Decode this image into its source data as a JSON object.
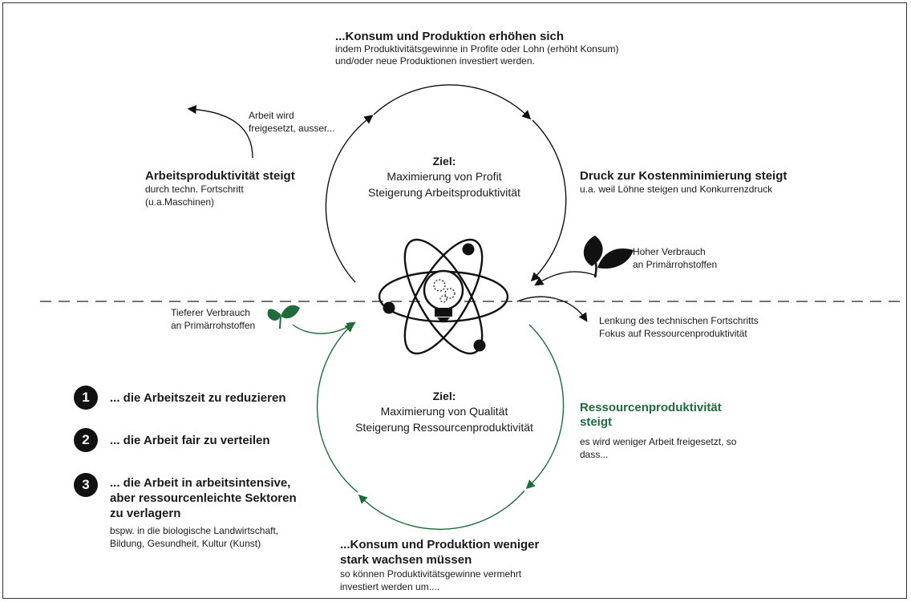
{
  "top": {
    "heading": "...Konsum und Produktion erhöhen sich",
    "line1": "indem Produktivitätsgewinne in Profite oder Lohn (erhöht Konsum)",
    "line2": "und/oder neue Produktionen investiert werden."
  },
  "upper_cycle": {
    "ziel_label": "Ziel:",
    "ziel_line1": "Maximierung von Profit",
    "ziel_line2": "Steigerung Arbeitsproduktivität"
  },
  "left_upper": {
    "released_line1": "Arbeit wird",
    "released_line2": "freigesetzt, ausser...",
    "heading": "Arbeitsproduktivität steigt",
    "line1": "durch techn. Fortschritt",
    "line2": "(u.a.Maschinen)"
  },
  "right_upper": {
    "heading": "Druck zur Kostenminimierung steigt",
    "line1": "u.a. weil Löhne steigen und Konkurrenzdruck",
    "resource_line1": "Hoher Verbrauch",
    "resource_line2": "an Primärrohstoffen"
  },
  "left_lower": {
    "resource_line1": "Tieferer Verbrauch",
    "resource_line2": "an Primärrohstoffen"
  },
  "right_lower": {
    "steer_line1": "Lenkung des technischen Fortschritts",
    "steer_line2": "Fokus auf Ressourcenproduktivität",
    "heading_line1": "Ressourcenproduktivität",
    "heading_line2": "steigt",
    "line1": "es wird weniger Arbeit freigesetzt, so",
    "line2": "dass..."
  },
  "lower_cycle": {
    "ziel_label": "Ziel:",
    "ziel_line1": "Maximierung von Qualität",
    "ziel_line2": "Steigerung Ressourcenproduktivität"
  },
  "options": [
    {
      "number": "1",
      "line1": "... die Arbeitszeit zu reduzieren"
    },
    {
      "number": "2",
      "line1": "... die Arbeit fair zu verteilen"
    },
    {
      "number": "3",
      "line1": "... die Arbeit in arbeitsintensive,",
      "line2": "aber ressourcenleichte Sektoren",
      "line3": "zu verlagern"
    }
  ],
  "options_note": {
    "line1": "bspw. in die biologische Landwirtschaft,",
    "line2": "Bildung, Gesundheit, Kultur (Kunst)"
  },
  "bottom": {
    "heading_line1": "...Konsum und Produktion weniger",
    "heading_line2": "stark wachsen müssen",
    "line1": "so können Produktivitätsgewinne vermehrt",
    "line2": "investiert werden um...."
  },
  "colors": {
    "green": "#1f6b3a",
    "dark": "#111111"
  },
  "icons": [
    "atom-lightbulb-icon",
    "leaf-icon",
    "sprout-icon"
  ]
}
